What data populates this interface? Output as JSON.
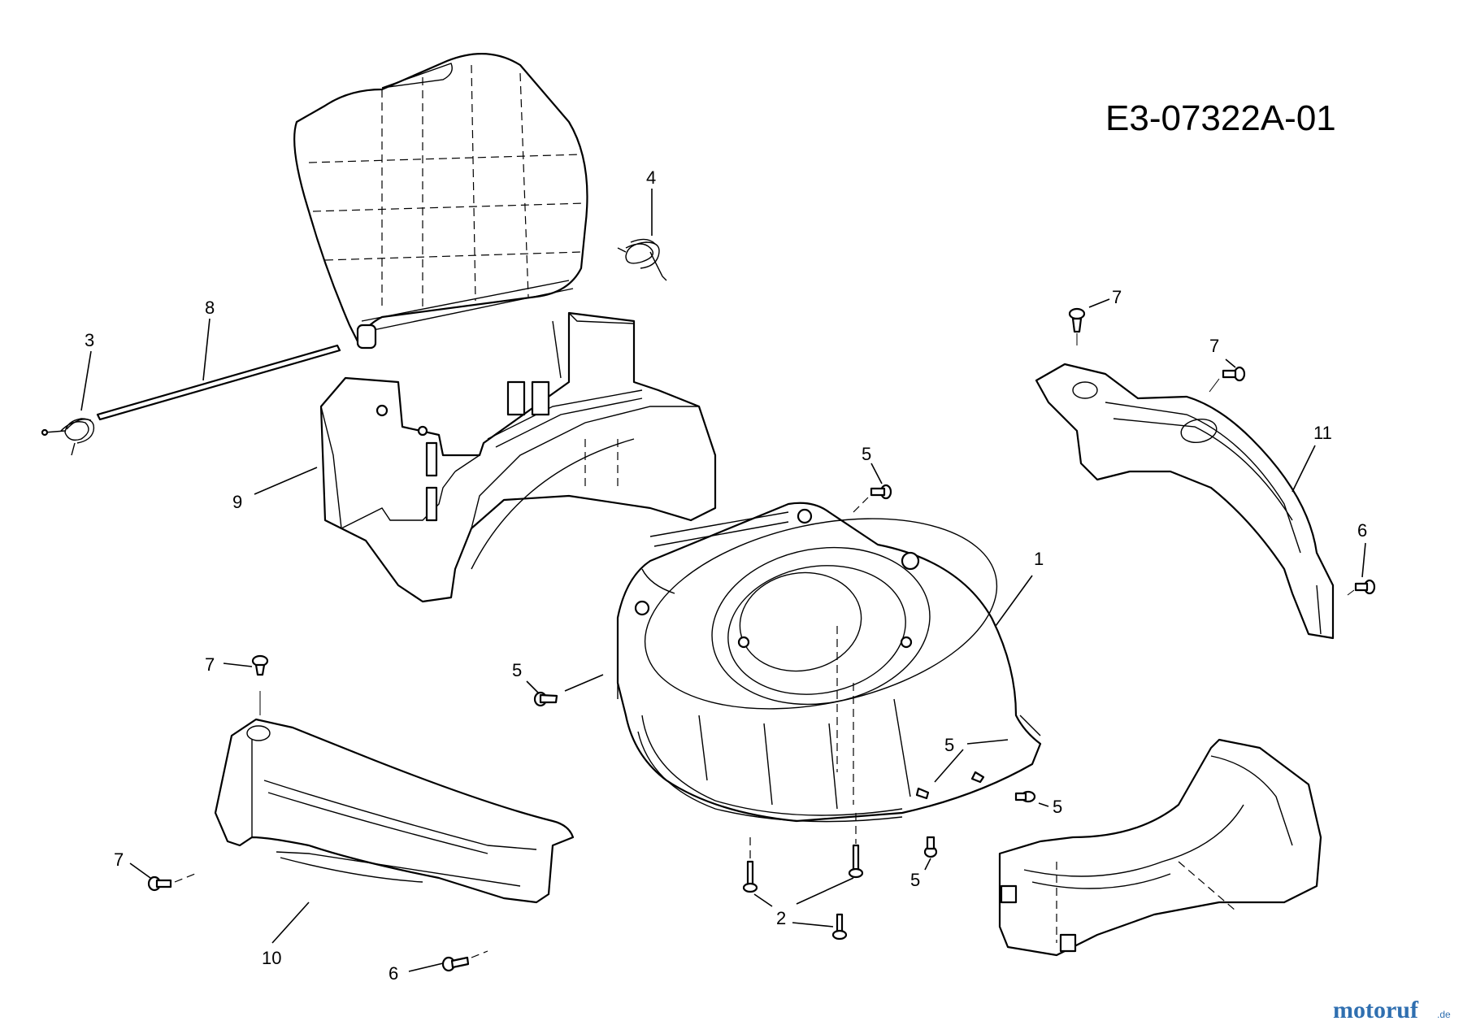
{
  "drawing_code": "E3-07322A-01",
  "watermark": {
    "brand": "motoruf",
    "tld": ".de",
    "color_primary": "#2f6fb0",
    "color_accent": "#e07a1a"
  },
  "callouts": [
    {
      "id": "c1",
      "label": "1"
    },
    {
      "id": "c2",
      "label": "2"
    },
    {
      "id": "c3",
      "label": "3"
    },
    {
      "id": "c4",
      "label": "4"
    },
    {
      "id": "c5a",
      "label": "5"
    },
    {
      "id": "c5b",
      "label": "5"
    },
    {
      "id": "c5c",
      "label": "5"
    },
    {
      "id": "c5d",
      "label": "5"
    },
    {
      "id": "c5e",
      "label": "5"
    },
    {
      "id": "c6a",
      "label": "6"
    },
    {
      "id": "c6b",
      "label": "6"
    },
    {
      "id": "c7a",
      "label": "7"
    },
    {
      "id": "c7b",
      "label": "7"
    },
    {
      "id": "c7c",
      "label": "7"
    },
    {
      "id": "c7d",
      "label": "7"
    },
    {
      "id": "c8",
      "label": "8"
    },
    {
      "id": "c9",
      "label": "9"
    },
    {
      "id": "c10",
      "label": "10"
    },
    {
      "id": "c11",
      "label": "11"
    }
  ]
}
